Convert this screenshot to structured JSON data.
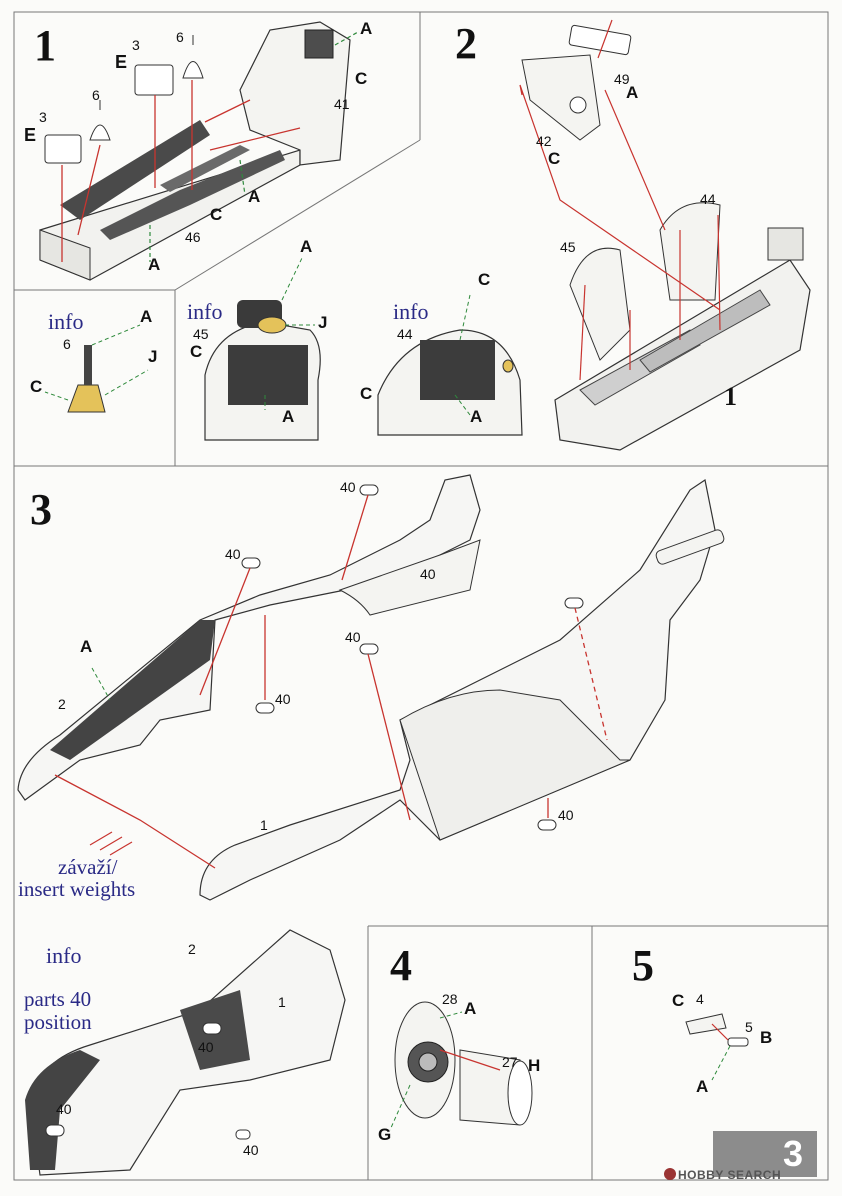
{
  "steps": [
    {
      "number": "1"
    },
    {
      "number": "2"
    },
    {
      "number": "3"
    },
    {
      "number": "4"
    },
    {
      "number": "5"
    }
  ],
  "colors": {
    "leader_red": "#c8342f",
    "leader_green": "#2f8a3c",
    "info_blue": "#2a2a86",
    "part_grey": "#5a5a5a",
    "yellow_part": "#e4c25a",
    "badge_grey": "#8c8c8c"
  },
  "step1": {
    "labels": [
      {
        "text": "E",
        "num": "3"
      },
      {
        "text": "E",
        "num": "3"
      },
      {
        "text": "6"
      },
      {
        "text": "6"
      },
      {
        "text": "41"
      },
      {
        "text": "46"
      },
      {
        "text": "A"
      },
      {
        "text": "C"
      },
      {
        "text": "A"
      },
      {
        "text": "C"
      },
      {
        "text": "A"
      }
    ]
  },
  "info_panels": {
    "info_label": "info",
    "panel1": {
      "num": "6",
      "letters": [
        "A",
        "J",
        "C"
      ]
    },
    "panel2": {
      "num": "45",
      "letters": [
        "A",
        "J",
        "C",
        "A"
      ]
    },
    "panel3": {
      "num": "44",
      "letters": [
        "C",
        "C",
        "A"
      ]
    }
  },
  "step2": {
    "labels": [
      "49",
      "A",
      "42",
      "C",
      "44",
      "45",
      "1"
    ]
  },
  "step3": {
    "parts_40": [
      "40",
      "40",
      "40",
      "40",
      "40",
      "40"
    ],
    "part_1": "1",
    "part_2": "2",
    "letter_A": "A",
    "weights_note_line1": "závaží/",
    "weights_note_line2": "insert weights"
  },
  "info_bottom": {
    "title": "info",
    "line1": "parts 40",
    "line2": "position",
    "part_1": "1",
    "part_2": "2",
    "parts_40": [
      "40",
      "40",
      "40"
    ]
  },
  "step4": {
    "labels": [
      "28",
      "A",
      "27",
      "H",
      "G"
    ]
  },
  "step5": {
    "labels": [
      "C",
      "4",
      "5",
      "B",
      "A"
    ]
  },
  "page_number": "3",
  "watermark": "HOBBY SEARCH"
}
